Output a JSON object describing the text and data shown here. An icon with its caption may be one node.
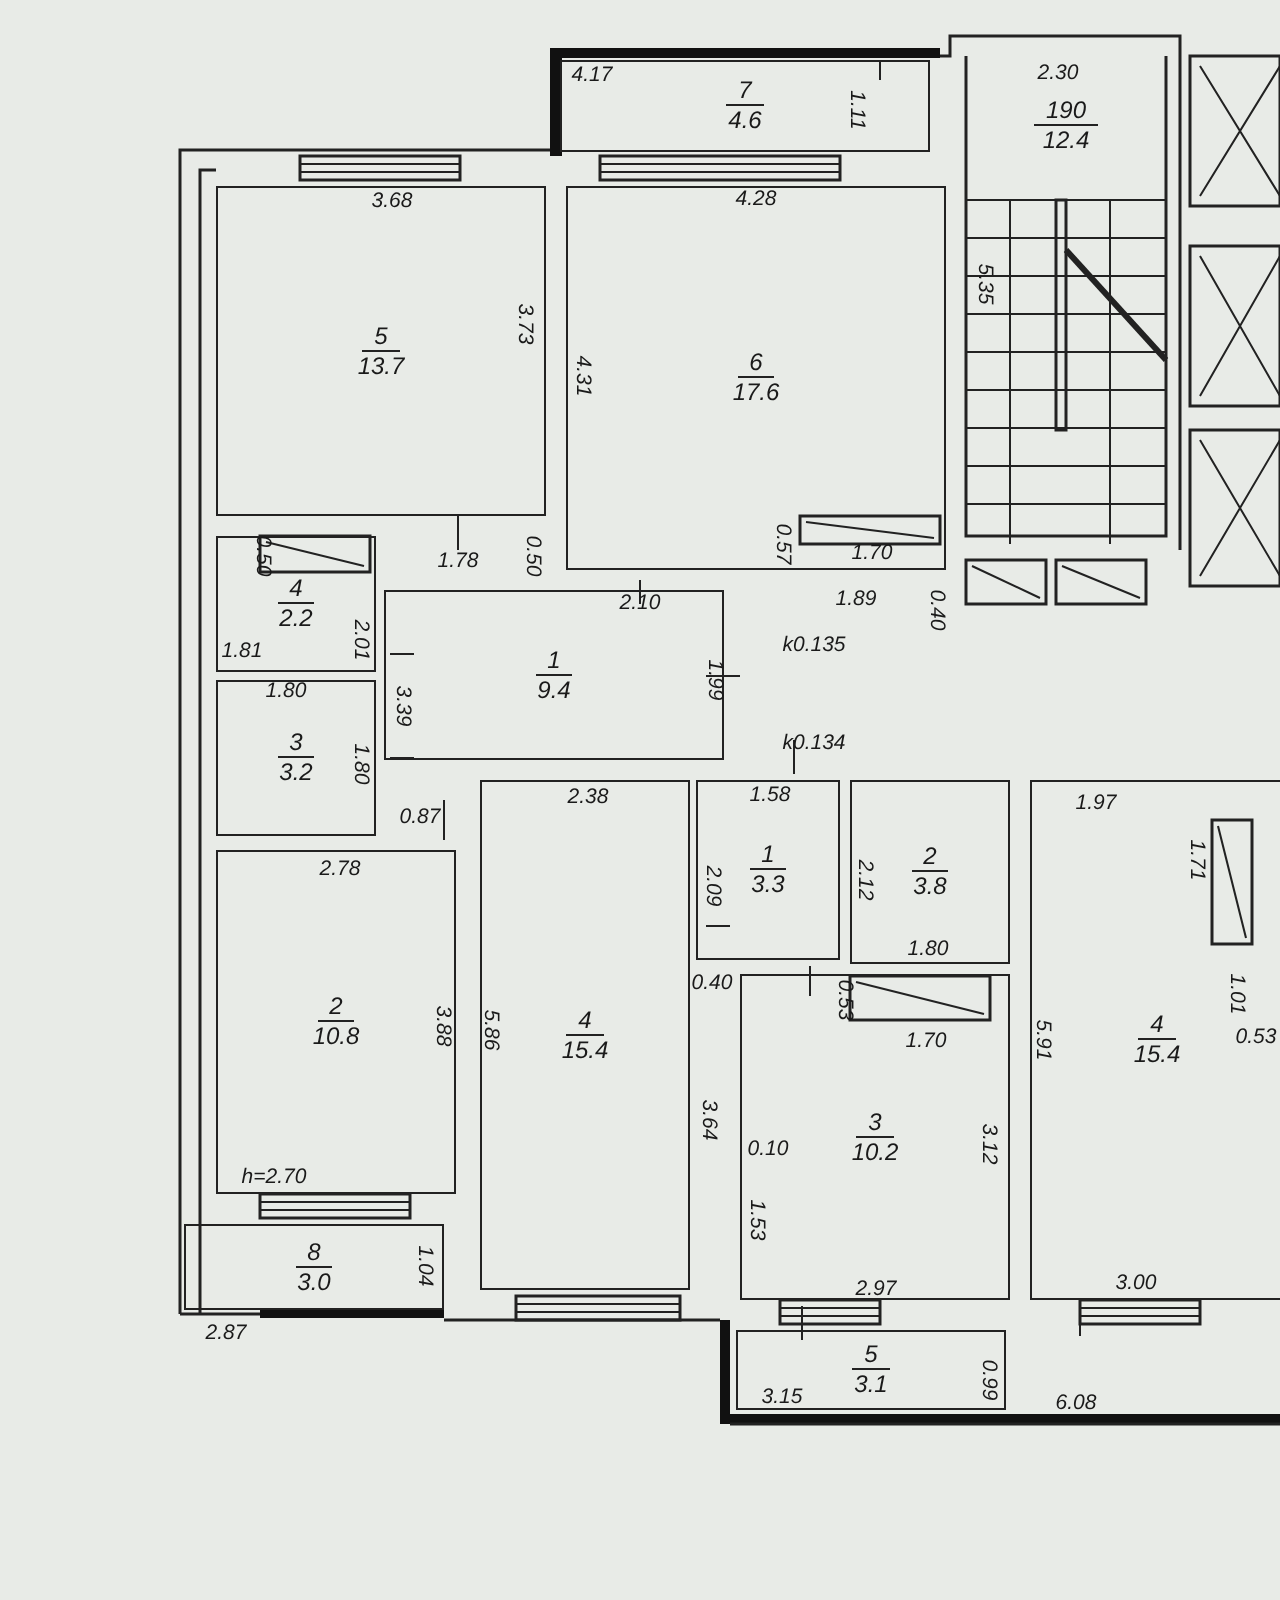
{
  "diagram": {
    "nodes": [
      {
        "text": [
          "7",
          "4.6"
        ]
      },
      {
        "text": [
          "190",
          "12.4"
        ]
      },
      {
        "text": [
          "5",
          "13.7"
        ]
      },
      {
        "text": [
          "6",
          "17.6"
        ]
      },
      {
        "text": [
          "4",
          "2.2"
        ]
      },
      {
        "text": [
          "1",
          "9.4"
        ]
      },
      {
        "text": [
          "3",
          "3.2"
        ]
      },
      {
        "text": [
          "4",
          "15.4"
        ]
      },
      {
        "text": [
          "1",
          "3.3"
        ]
      },
      {
        "text": [
          "2",
          "3.8"
        ]
      },
      {
        "text": [
          "2",
          "10.8"
        ]
      },
      {
        "text": [
          "4",
          "15.4"
        ]
      },
      {
        "text": [
          "3",
          "10.2"
        ]
      },
      {
        "text": [
          "8",
          "3.0"
        ]
      },
      {
        "text": [
          "5",
          "3.1"
        ]
      }
    ],
    "labels": [
      "2.30",
      "1.11",
      "4.17",
      "3.68",
      "4.28",
      "3.73",
      "4.31",
      "5.35",
      "1.70",
      "0.57",
      "1.78",
      "0.50",
      "0.50",
      "2.10",
      "1.89",
      "0.40",
      "2.01",
      "1.81",
      "1.80",
      "3.39",
      "1.99",
      "k0.135",
      "1.80",
      "k0.134",
      "2.38",
      "1.58",
      "0.87",
      "2.78",
      "2.09",
      "2.12",
      "1.97",
      "1.71",
      "1.80",
      "0.53",
      "1.01",
      "0.40",
      "0.53",
      "3.88",
      "5.86",
      "1.70",
      "5.91",
      "3.64",
      "0.10",
      "3.12",
      "1.53",
      "h=2.70",
      "1.04",
      "2.87",
      "2.97",
      "3.00",
      "3.15",
      "0.99",
      "6.08"
    ]
  }
}
